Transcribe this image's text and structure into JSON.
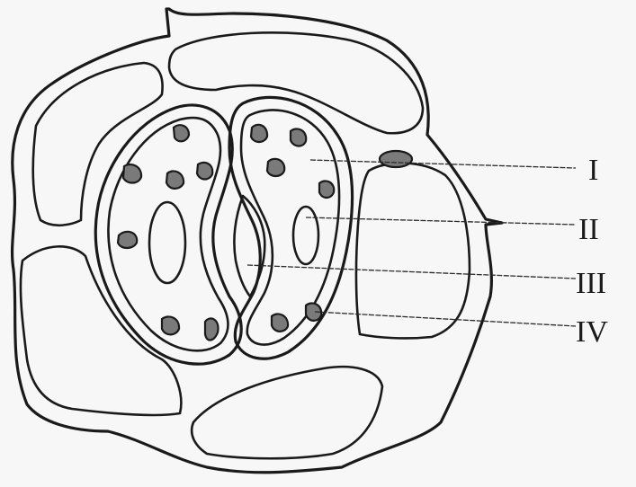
{
  "labels": {
    "I": "I",
    "II": "II",
    "III": "III",
    "IV": "IV"
  },
  "colors": {
    "background": "#f7f7f7",
    "outline": "#1a1a1a",
    "chloroplast": "#7a7a7a"
  }
}
